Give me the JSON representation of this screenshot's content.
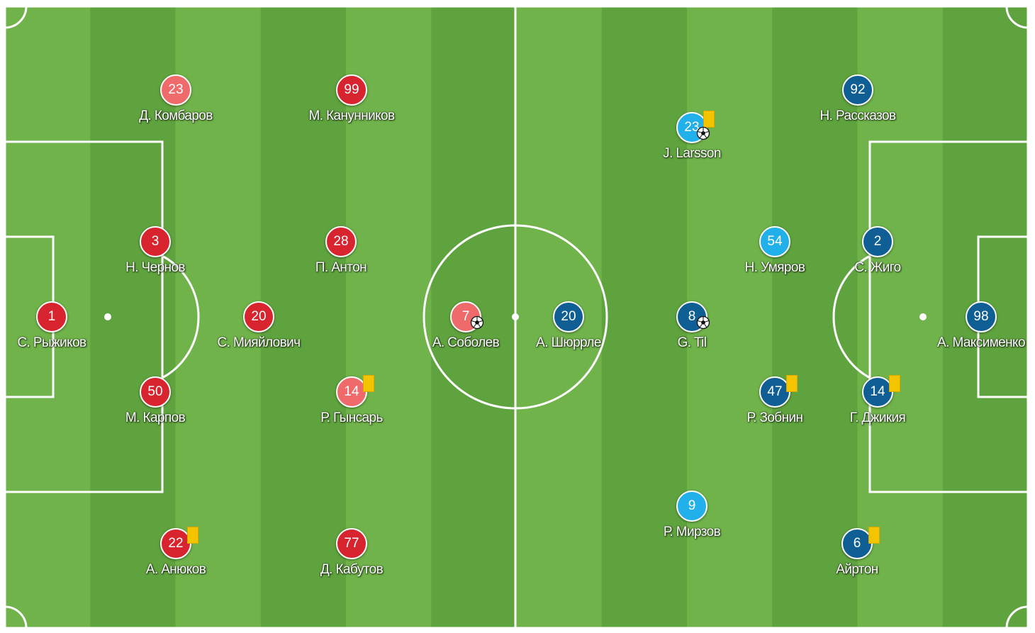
{
  "colors": {
    "grass_light": "#6fb34a",
    "grass_dark": "#5fa33e",
    "lines": "#ffffff",
    "home_fill": "#d8242f",
    "home_fill_light": "#ef6b6b",
    "away_fill": "#0f5f94",
    "away_fill_light": "#22b0ea",
    "yellow_card": "#f5c400"
  },
  "players": [
    {
      "number": "1",
      "name": "С. Рыжиков",
      "team": "home",
      "shade": "dark"
    },
    {
      "number": "3",
      "name": "Н. Чернов",
      "team": "home",
      "shade": "dark"
    },
    {
      "number": "50",
      "name": "М. Карпов",
      "team": "home",
      "shade": "dark"
    },
    {
      "number": "23",
      "name": "Д. Комбаров",
      "team": "home",
      "shade": "light"
    },
    {
      "number": "22",
      "name": "А. Анюков",
      "team": "home",
      "shade": "dark",
      "yellow_card": true
    },
    {
      "number": "20",
      "name": "С. Мияйлович",
      "team": "home",
      "shade": "dark"
    },
    {
      "number": "28",
      "name": "П. Антон",
      "team": "home",
      "shade": "dark"
    },
    {
      "number": "14",
      "name": "Р. Гынсарь",
      "team": "home",
      "shade": "light",
      "yellow_card": true
    },
    {
      "number": "99",
      "name": "М. Канунников",
      "team": "home",
      "shade": "dark"
    },
    {
      "number": "77",
      "name": "Д. Кабутов",
      "team": "home",
      "shade": "dark"
    },
    {
      "number": "7",
      "name": "А. Соболев",
      "team": "home",
      "shade": "light",
      "goal": true
    },
    {
      "number": "20",
      "name": "А. Шюррле",
      "team": "away",
      "shade": "dark"
    },
    {
      "number": "23",
      "name": "J. Larsson",
      "team": "away",
      "shade": "light",
      "yellow_card": true,
      "goal": true
    },
    {
      "number": "8",
      "name": "G. Til",
      "team": "away",
      "shade": "dark",
      "goal": true
    },
    {
      "number": "9",
      "name": "Р. Мирзов",
      "team": "away",
      "shade": "light"
    },
    {
      "number": "54",
      "name": "Н. Умяров",
      "team": "away",
      "shade": "light"
    },
    {
      "number": "47",
      "name": "Р. Зобнин",
      "team": "away",
      "shade": "dark",
      "yellow_card": true
    },
    {
      "number": "92",
      "name": "Н. Рассказов",
      "team": "away",
      "shade": "dark"
    },
    {
      "number": "2",
      "name": "С. Жиго",
      "team": "away",
      "shade": "dark"
    },
    {
      "number": "14",
      "name": "Г. Джикия",
      "team": "away",
      "shade": "dark",
      "yellow_card": true
    },
    {
      "number": "6",
      "name": "Айртон",
      "team": "away",
      "shade": "dark",
      "yellow_card": true
    },
    {
      "number": "98",
      "name": "А. Максименко",
      "team": "away",
      "shade": "dark"
    }
  ]
}
